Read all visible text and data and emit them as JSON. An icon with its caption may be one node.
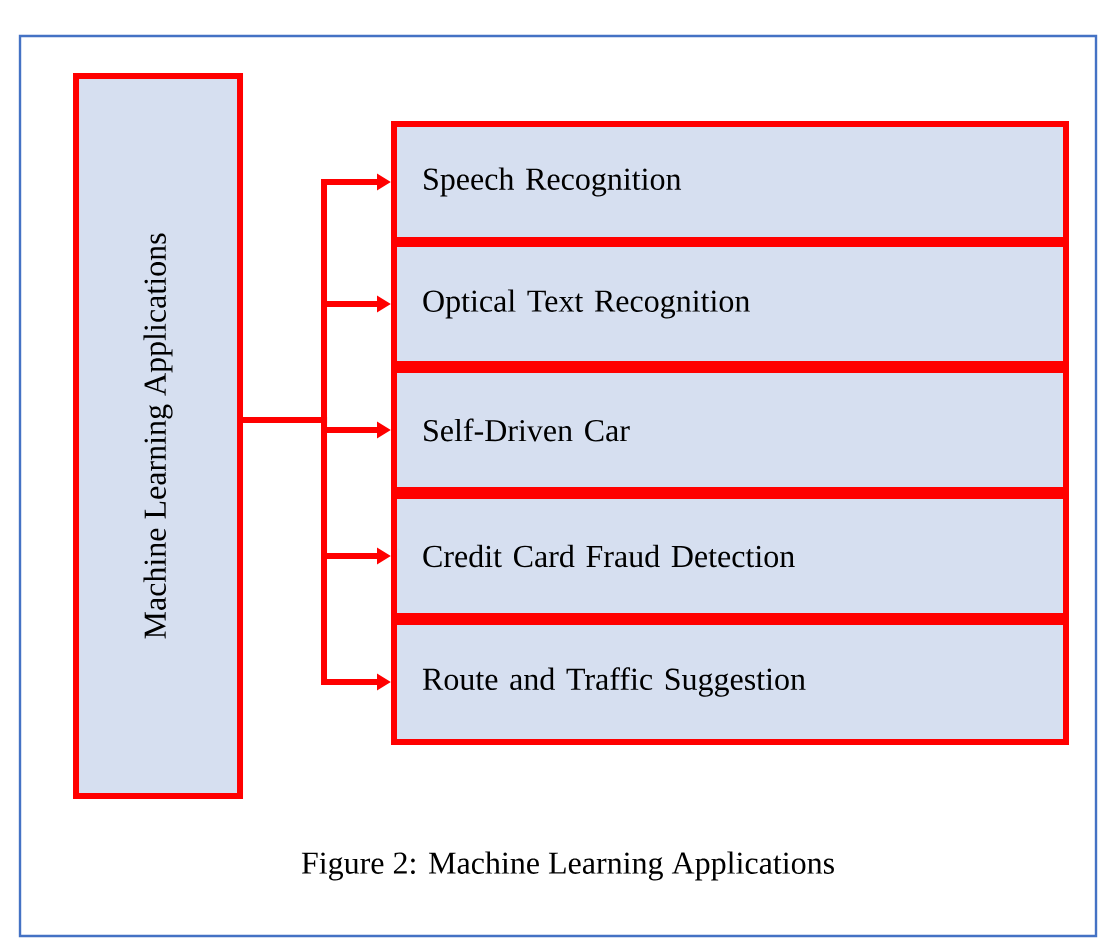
{
  "diagram": {
    "caption": "Figure 2: Machine Learning Applications",
    "nodes": [
      {
        "text": [
          "Machine Learning Applications"
        ]
      },
      {
        "text": [
          "Speech Recognition"
        ]
      },
      {
        "text": [
          "Optical Text Recognition"
        ]
      },
      {
        "text": [
          "Self-Driven Car"
        ]
      },
      {
        "text": [
          "Credit Card Fraud Detection"
        ]
      },
      {
        "text": [
          "Route and Traffic Suggestion"
        ]
      }
    ],
    "edges": [
      {
        "from": 0,
        "to": 1,
        "arrow": "to"
      },
      {
        "from": 0,
        "to": 2,
        "arrow": "to"
      },
      {
        "from": 0,
        "to": 3,
        "arrow": "to"
      },
      {
        "from": 0,
        "to": 4,
        "arrow": "to"
      },
      {
        "from": 0,
        "to": 5,
        "arrow": "to"
      }
    ]
  }
}
